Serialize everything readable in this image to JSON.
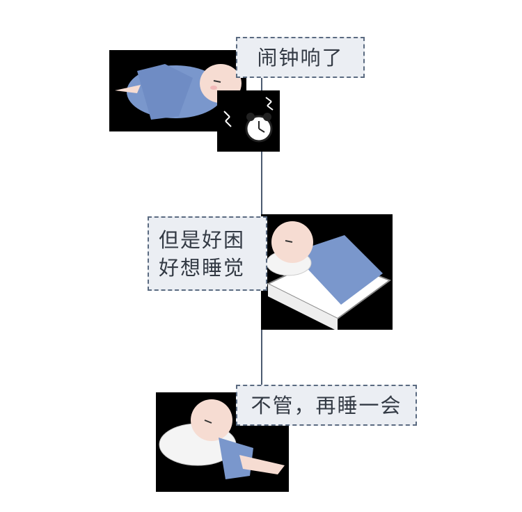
{
  "steps": [
    {
      "text": "闹钟响了",
      "icons": [
        "sleeping-baby",
        "alarm-clock"
      ]
    },
    {
      "text_line1": "但是好困",
      "text_line2": "好想睡觉",
      "icons": [
        "baby-in-bed"
      ]
    },
    {
      "text": "不管，再睡一会",
      "icons": [
        "curled-up-baby",
        "pillow"
      ]
    }
  ],
  "colors": {
    "label_bg": "#ebeef3",
    "label_border": "#5a6a80",
    "connector": "#4b5a70",
    "blanket": "#7a97cc",
    "skin": "#f6dcd2"
  }
}
